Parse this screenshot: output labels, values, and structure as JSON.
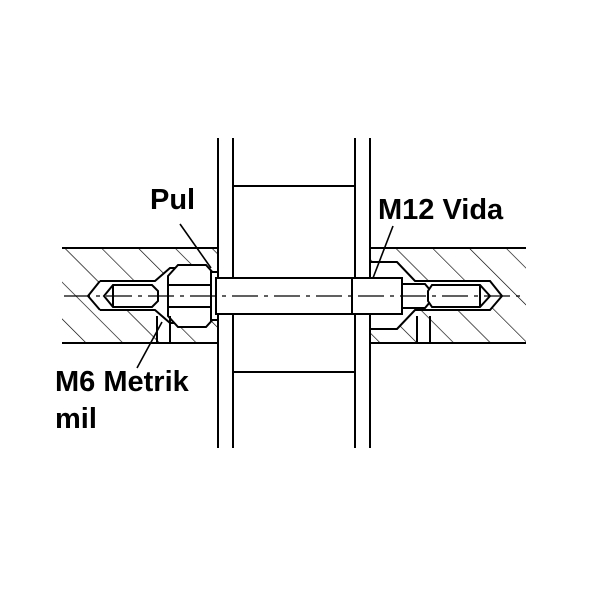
{
  "labels": {
    "pul": "Pul",
    "m12": "M12 Vida",
    "m6_line1": "M6 Metrik",
    "m6_line2": "mil"
  },
  "colors": {
    "stroke": "#000000",
    "background": "#ffffff"
  }
}
